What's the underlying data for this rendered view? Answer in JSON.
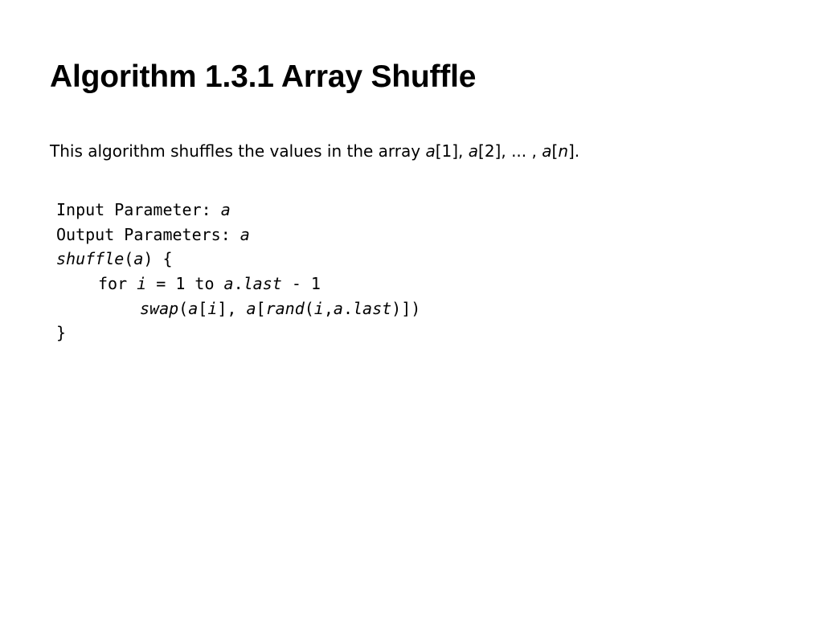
{
  "title": "Algorithm 1.3.1 Array Shuffle",
  "description": {
    "text": "This algorithm shuffles the values in the array ",
    "var1": "a",
    "idx1": "[1], ",
    "var2": "a",
    "idx2": "[2], ... , ",
    "var3": "a",
    "idx3_open": "[",
    "var4": "n",
    "idx3_close": "]."
  },
  "code": {
    "input_label": "Input Parameter: ",
    "input_var": "a",
    "output_label": "Output Parameters: ",
    "output_var": "a",
    "func_name": "shuffle",
    "func_open": "(",
    "func_arg": "a",
    "func_close": ") {",
    "for_keyword": "for ",
    "for_var": "i",
    "for_eq": " = 1 to ",
    "for_obj": "a",
    "for_dot": ".",
    "for_prop": "last",
    "for_end": " - 1",
    "swap_name": "swap",
    "swap_open": "(",
    "swap_a1": "a",
    "swap_br1": "[",
    "swap_i1": "i",
    "swap_br1c": "], ",
    "swap_a2": "a",
    "swap_br2": "[",
    "rand_name": "rand",
    "rand_open": "(",
    "rand_i": "i",
    "rand_comma": ",",
    "rand_a": "a",
    "rand_dot": ".",
    "rand_last": "last",
    "swap_close": ")])",
    "closing_brace": "}"
  }
}
